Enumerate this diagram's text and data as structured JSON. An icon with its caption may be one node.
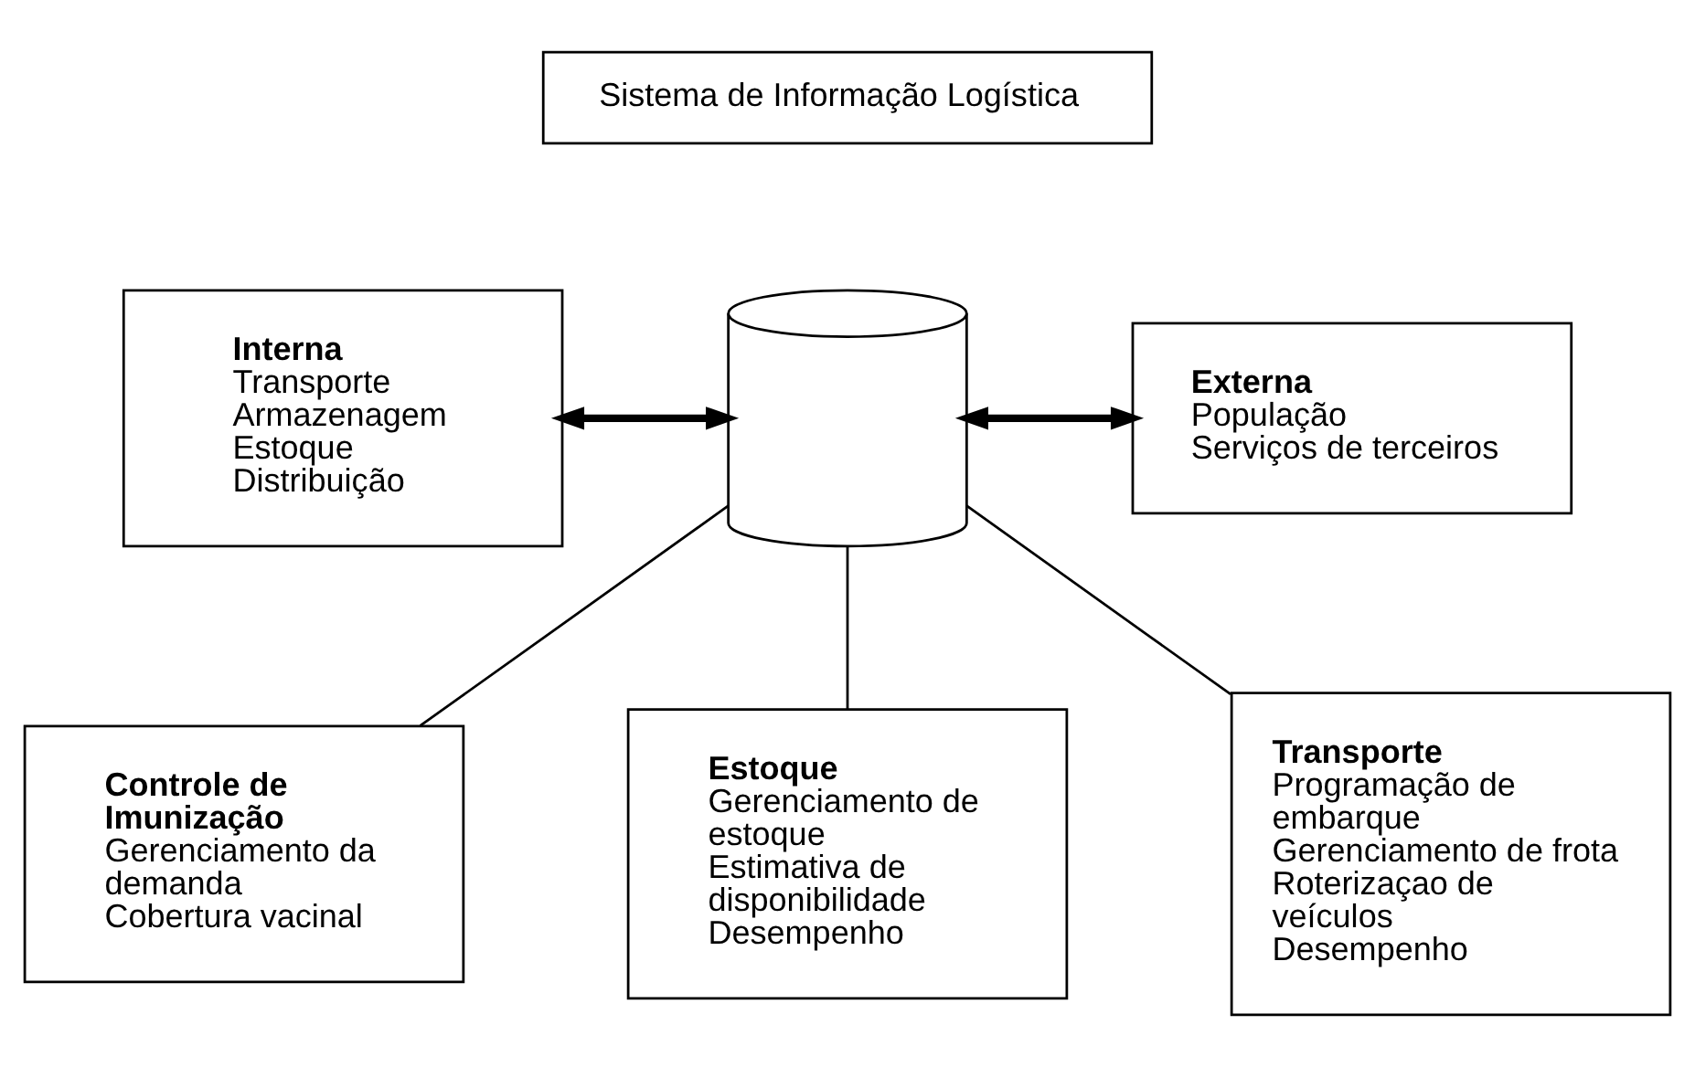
{
  "diagram": {
    "nodes": [
      {
        "text": [
          "Sistema de Informação Logística"
        ]
      },
      {
        "text": [
          "Interna",
          "Transporte",
          "Armazenagem",
          "Estoque",
          "Distribuição"
        ]
      },
      {
        "text": [],
        "shape": "cylinder"
      },
      {
        "text": [
          "Externa",
          "População",
          "Serviços de terceiros"
        ]
      },
      {
        "text": [
          "Controle de Imunização",
          "Gerenciamento da demanda",
          "Cobertura vacinal"
        ]
      },
      {
        "text": [
          "Estoque",
          "Gerenciamento de estoque",
          "Estimativa de disponibilidade",
          "Desempenho"
        ]
      },
      {
        "text": [
          "Transporte",
          "Programação de embarque",
          "Gerenciamento de frota",
          "Roterizaçao de veículos",
          "Desempenho"
        ]
      }
    ],
    "edges": [
      {
        "from": 1,
        "to": 2,
        "arrow": "both",
        "style": "thick"
      },
      {
        "from": 2,
        "to": 3,
        "arrow": "both",
        "style": "thick"
      },
      {
        "from": 2,
        "to": 4,
        "arrow": "none"
      },
      {
        "from": 2,
        "to": 5,
        "arrow": "none"
      },
      {
        "from": 2,
        "to": 6,
        "arrow": "none"
      }
    ]
  }
}
